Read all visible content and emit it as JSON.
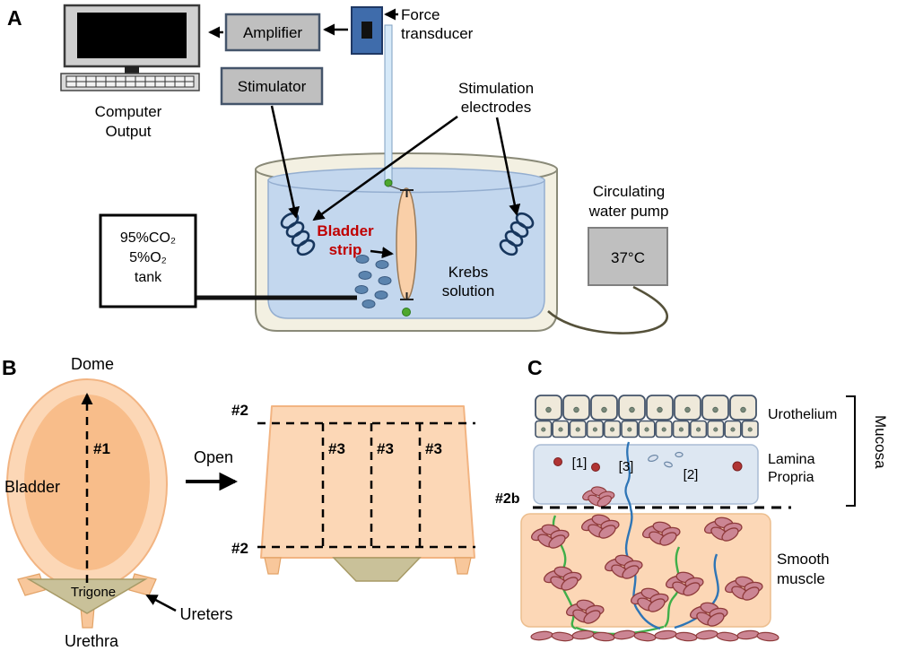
{
  "panelA": {
    "label": "A",
    "computer_output_1": "Computer",
    "computer_output_2": "Output",
    "amplifier": "Amplifier",
    "stimulator": "Stimulator",
    "force_transducer_1": "Force",
    "force_transducer_2": "transducer",
    "stim_electrodes_1": "Stimulation",
    "stim_electrodes_2": "electrodes",
    "bladder_strip_1": "Bladder",
    "bladder_strip_2": "strip",
    "krebs_1": "Krebs",
    "krebs_2": "solution",
    "tank_1": "95%CO₂",
    "tank_2": "5%O₂",
    "tank_3": "tank",
    "pump_1": "Circulating",
    "pump_2": "water pump",
    "temp": "37°C"
  },
  "panelB": {
    "label": "B",
    "dome": "Dome",
    "bladder": "Bladder",
    "trigone": "Trigone",
    "urethra": "Urethra",
    "ureters": "Ureters",
    "open": "Open",
    "cut1": "#1",
    "cut2_top": "#2",
    "cut2_bottom": "#2",
    "cut3_a": "#3",
    "cut3_b": "#3",
    "cut3_c": "#3"
  },
  "panelC": {
    "label": "C",
    "urothelium": "Urothelium",
    "lamina_1": "Lamina",
    "lamina_2": "Propria",
    "mucosa": "Mucosa",
    "cut2b": "#2b",
    "smooth_1": "Smooth",
    "smooth_2": "muscle",
    "m1": "[1]",
    "m3": "[3]",
    "m2": "[2]"
  }
}
